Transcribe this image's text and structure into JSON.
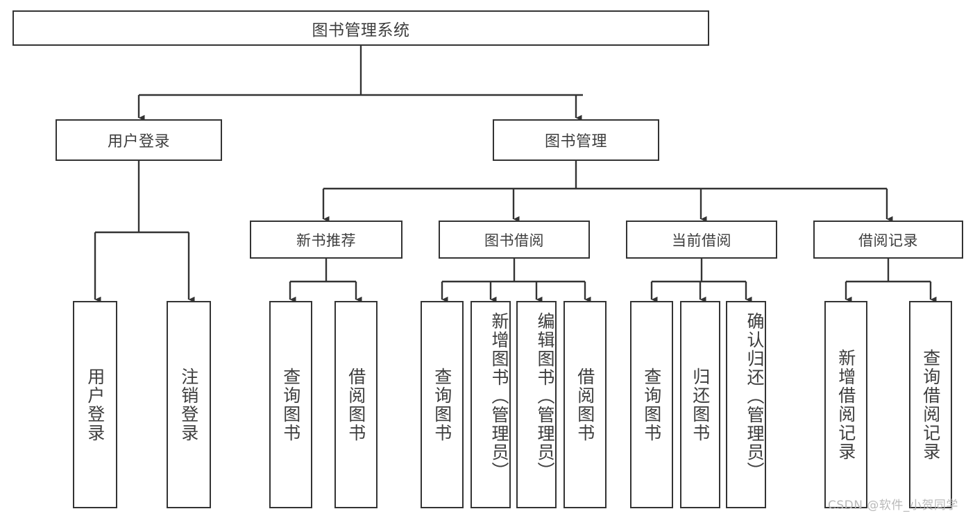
{
  "diagram": {
    "title": "图书管理系统",
    "type": "tree",
    "root": {
      "label": "图书管理系统"
    },
    "level1": [
      {
        "id": "user-login",
        "label": "用户登录"
      },
      {
        "id": "book-management",
        "label": "图书管理"
      }
    ],
    "level2": [
      {
        "id": "new-book-recommend",
        "label": "新书推荐",
        "parent": "book-management"
      },
      {
        "id": "book-borrow",
        "label": "图书借阅",
        "parent": "book-management"
      },
      {
        "id": "current-borrow",
        "label": "当前借阅",
        "parent": "book-management"
      },
      {
        "id": "borrow-record",
        "label": "借阅记录",
        "parent": "book-management"
      }
    ],
    "leaves": [
      {
        "id": "leaf-user-login",
        "label": "用户登录",
        "parent": "user-login"
      },
      {
        "id": "leaf-logout",
        "label": "注销登录",
        "parent": "user-login"
      },
      {
        "id": "leaf-query-book-1",
        "label": "查询图书",
        "parent": "new-book-recommend"
      },
      {
        "id": "leaf-borrow-book-1",
        "label": "借阅图书",
        "parent": "new-book-recommend"
      },
      {
        "id": "leaf-query-book-2",
        "label": "查询图书",
        "parent": "book-borrow"
      },
      {
        "id": "leaf-add-book",
        "label": "新增图书（管理员）",
        "parent": "book-borrow"
      },
      {
        "id": "leaf-edit-book",
        "label": "编辑图书（管理员）",
        "parent": "book-borrow"
      },
      {
        "id": "leaf-borrow-book-2",
        "label": "借阅图书",
        "parent": "book-borrow"
      },
      {
        "id": "leaf-query-book-3",
        "label": "查询图书",
        "parent": "current-borrow"
      },
      {
        "id": "leaf-return-book",
        "label": "归还图书",
        "parent": "current-borrow"
      },
      {
        "id": "leaf-confirm-return",
        "label": "确认归还（管理员）",
        "parent": "current-borrow"
      },
      {
        "id": "leaf-add-record",
        "label": "新增借阅记录",
        "parent": "borrow-record"
      },
      {
        "id": "leaf-query-record",
        "label": "查询借阅记录",
        "parent": "borrow-record"
      }
    ],
    "colors": {
      "border": "#333333",
      "text": "#3d3d3d",
      "background": "#ffffff",
      "watermark": "#b9b9b9"
    }
  },
  "watermark": {
    "text": "CSDN @软件_小贺同学"
  }
}
